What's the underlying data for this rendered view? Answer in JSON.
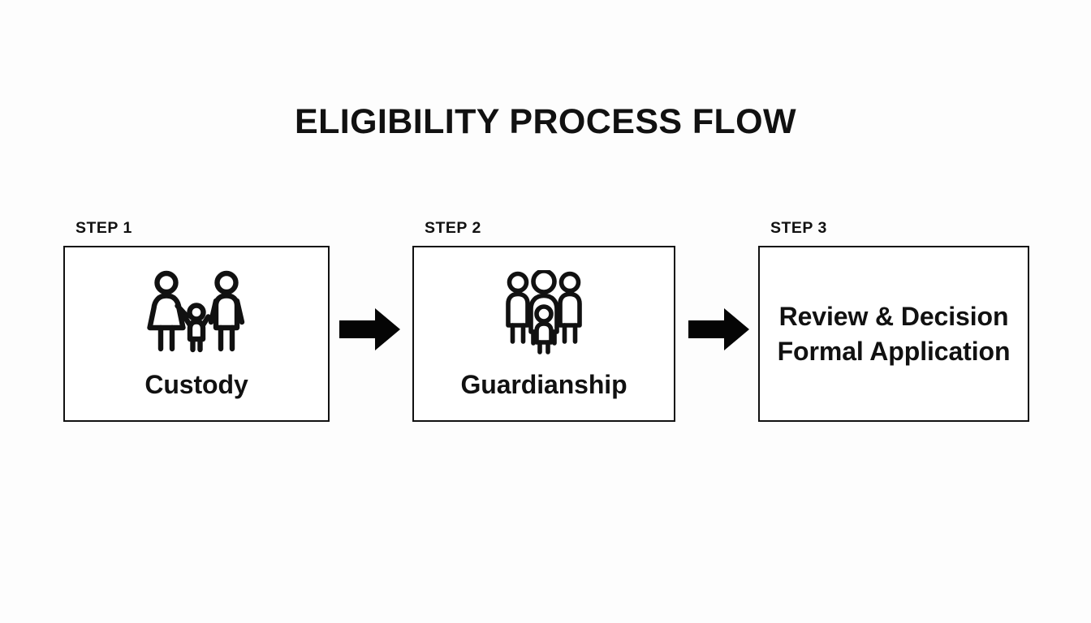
{
  "title": "ELIGIBILITY PROCESS FLOW",
  "background_color": "#fdfdfd",
  "ink_color": "#111111",
  "diagram_type": "horizontal-step-flow",
  "steps": [
    {
      "step_label": "STEP 1",
      "icon": "family-parents-child-icon",
      "caption": "Custody",
      "lines": []
    },
    {
      "step_label": "STEP 2",
      "icon": "group-of-people-icon",
      "caption": "Guardianship",
      "lines": []
    },
    {
      "step_label": "STEP 3",
      "icon": null,
      "caption": null,
      "lines": [
        "Review & Decision",
        "Formal Application"
      ]
    }
  ],
  "connectors": [
    {
      "name": "arrow-1",
      "direction": "right",
      "from": "STEP 1",
      "to": "STEP 2"
    },
    {
      "name": "arrow-2",
      "direction": "right",
      "from": "STEP 2",
      "to": "STEP 3"
    }
  ]
}
